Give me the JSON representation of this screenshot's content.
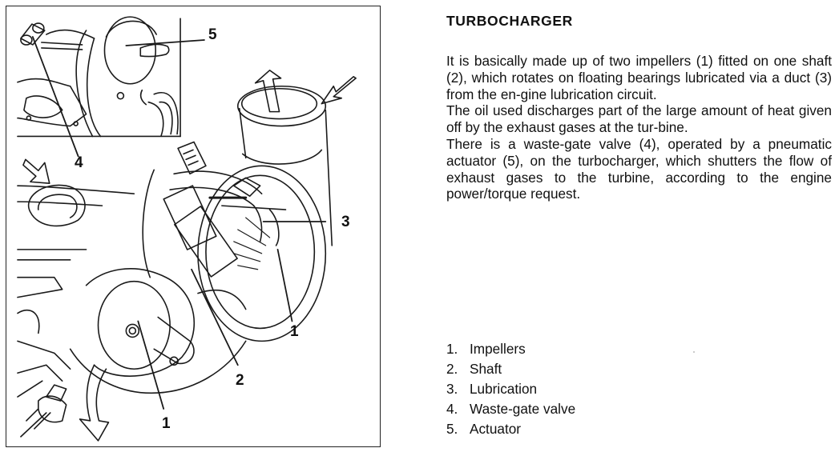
{
  "figure": {
    "description": "Line drawing of turbocharger installation with numbered callouts",
    "callouts": [
      "5",
      "4",
      "3",
      "1",
      "2",
      "1"
    ]
  },
  "section": {
    "title": "TURBOCHARGER",
    "paragraphs": [
      "It is basically made up of two impellers (1) fitted on one shaft (2), which rotates on floating bearings lubricated via a duct (3) from the en-gine lubrication circuit.",
      "The oil used discharges part of the large amount of heat given off by the exhaust gases at the tur-bine.",
      "There is a waste-gate valve (4), operated by a pneumatic actuator (5), on the turbocharger, which shutters the flow of exhaust gases to the turbine, according to the engine power/torque request."
    ]
  },
  "legend": [
    {
      "num": "1.",
      "label": "Impellers"
    },
    {
      "num": "2.",
      "label": "Shaft"
    },
    {
      "num": "3.",
      "label": "Lubrication"
    },
    {
      "num": "4.",
      "label": "Waste-gate valve"
    },
    {
      "num": "5.",
      "label": "Actuator"
    }
  ]
}
